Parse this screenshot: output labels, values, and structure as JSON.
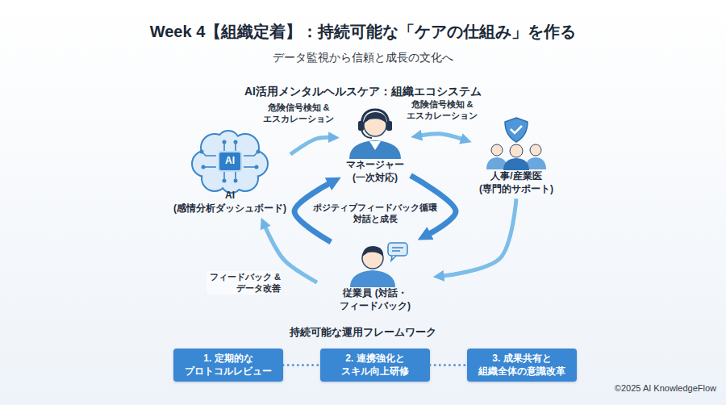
{
  "diagram": {
    "title": "Week 4【組織定着】：持続可能な「ケアの仕組み」を作る",
    "nodes": [
      {
        "text": [
          "AI",
          "AI (感情分析ダッシュボード)"
        ]
      },
      {
        "text": [
          "マネージャー (一次対応)"
        ]
      },
      {
        "text": [
          "人事/産業医 (専門的サポート)"
        ]
      },
      {
        "text": [
          "従業員 (対話・フィードバック)"
        ]
      },
      {
        "text": [
          "1. 定期的な プロトコルレビュー"
        ]
      },
      {
        "text": [
          "2. 連携強化と スキル向上研修"
        ]
      },
      {
        "text": [
          "3. 成果共有と 組織全体の意識改革"
        ]
      }
    ],
    "edges": [
      {
        "from": 0,
        "to": 1,
        "label": "危険信号検知 & エスカレーション",
        "arrow": "to"
      },
      {
        "from": 1,
        "to": 2,
        "label": "危険信号検知 & エスカレーション",
        "arrow": "both"
      },
      {
        "from": 2,
        "to": 3,
        "arrow": "to"
      },
      {
        "from": 3,
        "to": 0,
        "label": "フィードバック & データ改善",
        "arrow": "to"
      },
      {
        "from": 1,
        "to": 3,
        "arrow": "to"
      },
      {
        "from": 3,
        "to": 1,
        "arrow": "to"
      },
      {
        "from": 4,
        "to": 5,
        "arrow": "none"
      },
      {
        "from": 5,
        "to": 6,
        "arrow": "none"
      }
    ],
    "labels": [
      "データ監視から信頼と成長の文化へ",
      "AI活用メンタルヘルスケア：組織エコシステム",
      "ポジティブフィードバック循環 対話と成長",
      "持続可能な運用フレームワーク",
      "©2025 AI KnowledgeFlow"
    ]
  }
}
